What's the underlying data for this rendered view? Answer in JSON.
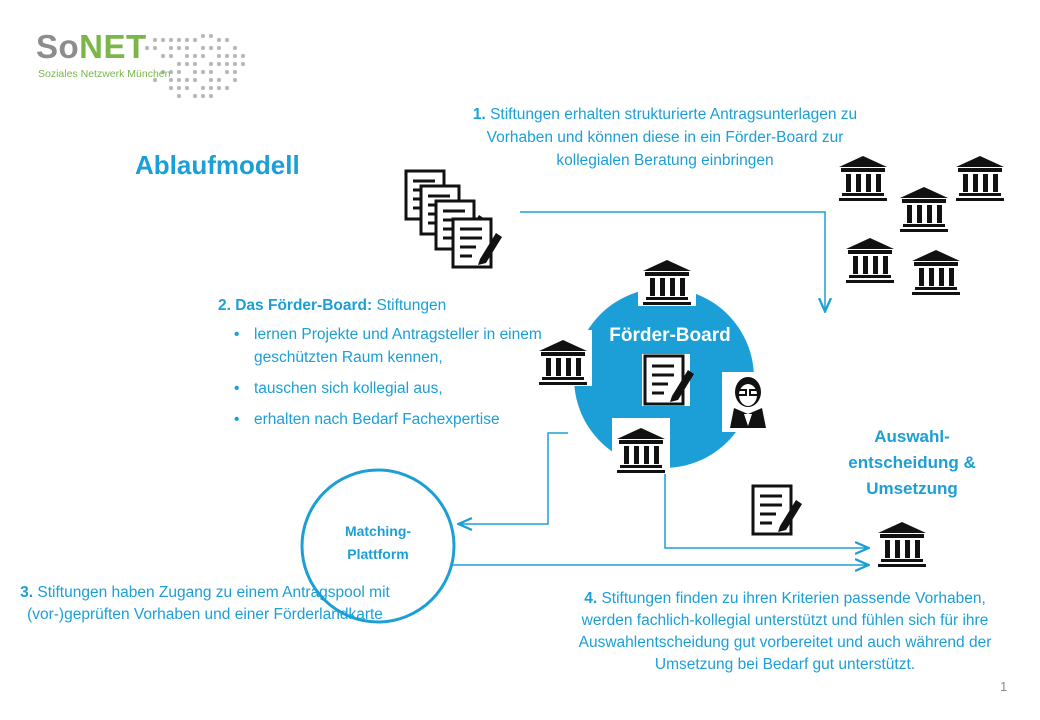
{
  "logo": {
    "brand_so": "So",
    "brand_net": "NET",
    "subtitle": "Soziales Netzwerk München"
  },
  "title": "Ablaufmodell",
  "step1": {
    "num": "1.",
    "text": " Stiftungen erhalten strukturierte Antragsunterlagen zu Vorhaben und können diese in ein Förder-Board zur kollegialen Beratung einbringen"
  },
  "step2": {
    "num": "2. Das Förder-Board:",
    "text": " Stiftungen",
    "bullets": [
      "lernen Projekte und Antragsteller in einem geschützten Raum kennen,",
      "tauschen sich kollegial aus,",
      "erhalten nach Bedarf Fachexpertise"
    ]
  },
  "step3": {
    "num": "3.",
    "text": " Stiftungen haben Zugang zu einem Antragspool mit (vor-)geprüften Vorhaben und einer Förderlandkarte"
  },
  "step4": {
    "num": "4.",
    "text": " Stiftungen finden zu ihren Kriterien passende Vorhaben, werden fachlich-kollegial unterstützt und fühlen sich für ihre Auswahlentscheidung gut vorbereitet und auch während der Umsetzung bei Bedarf gut unterstützt."
  },
  "board_label": "Förder-Board",
  "matching": {
    "line1": "Matching-",
    "line2": "Plattform"
  },
  "decision": {
    "line1": "Auswahl-",
    "line2": "entscheidung  &",
    "line3": "Umsetzung"
  },
  "page_number": "1",
  "colors": {
    "accent": "#1b9fd6",
    "logo_green": "#7ab648",
    "logo_gray": "#8d8d8d",
    "icon": "#111111"
  },
  "icons": [
    "building-icon",
    "document-pen-icon",
    "person-icon"
  ]
}
